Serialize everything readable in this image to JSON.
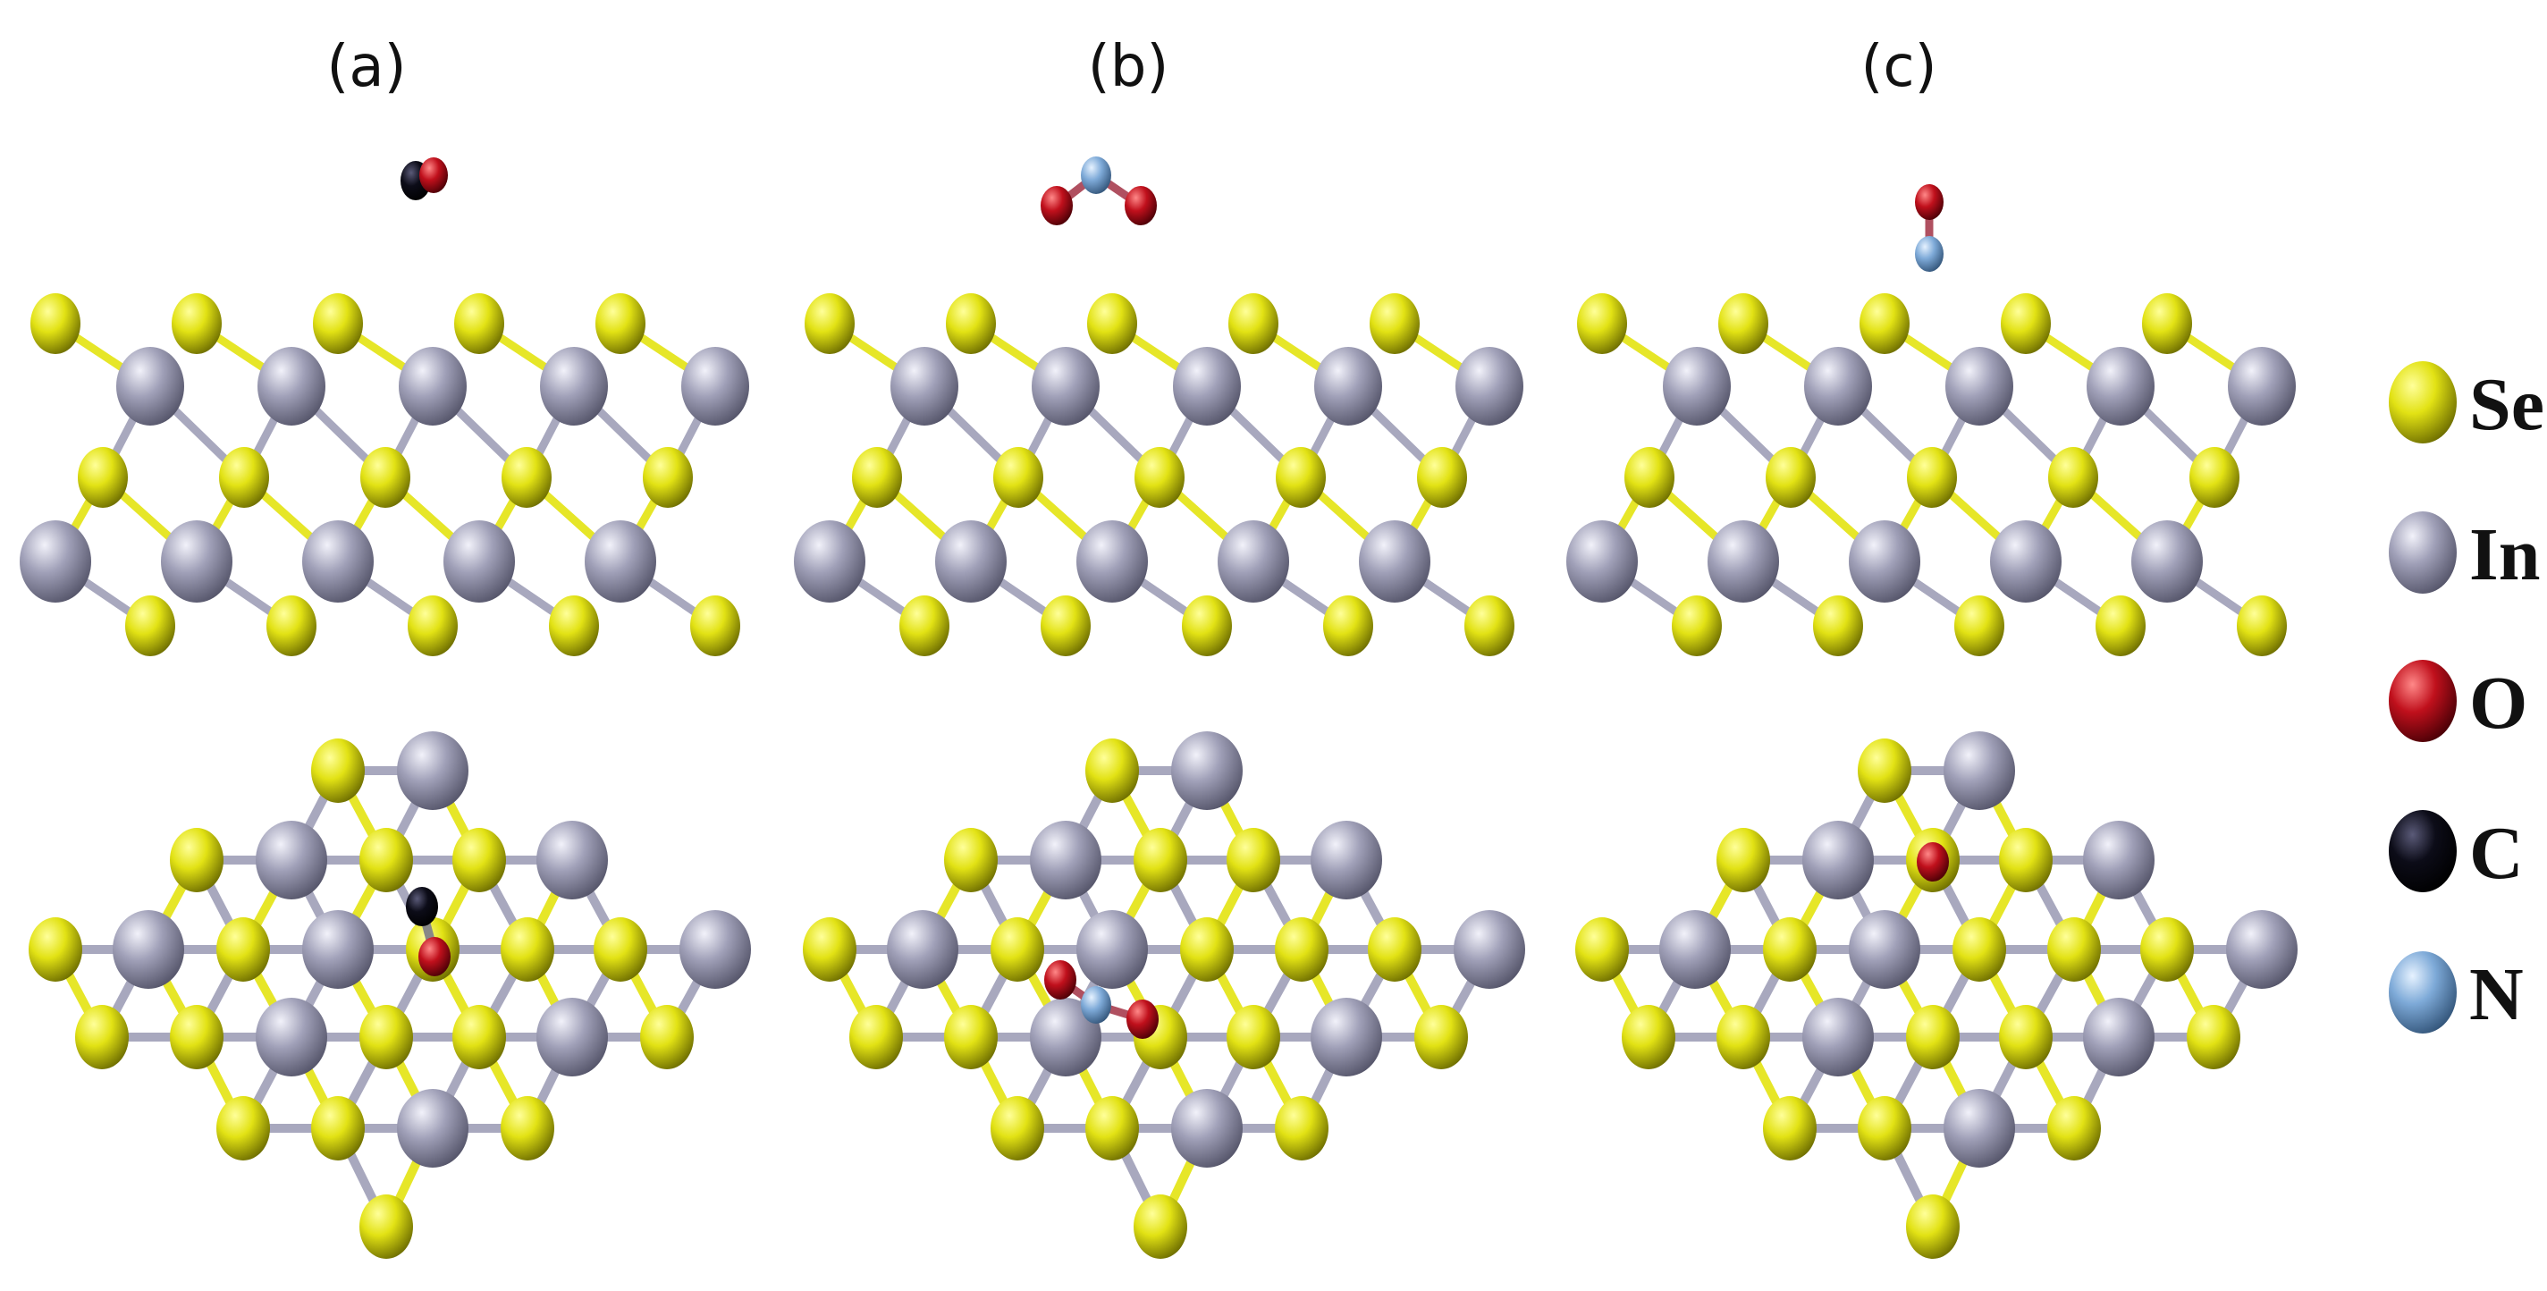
{
  "panels": [
    {
      "label": "(a)",
      "molecule": "CO"
    },
    {
      "label": "(b)",
      "molecule": "NO2"
    },
    {
      "label": "(c)",
      "molecule": "NO"
    }
  ],
  "legend": [
    {
      "element": "Se",
      "color": "#dede10"
    },
    {
      "element": "In",
      "color": "#9c9cb4"
    },
    {
      "element": "O",
      "color": "#c0101c"
    },
    {
      "element": "C",
      "color": "#0c0c18"
    },
    {
      "element": "N",
      "color": "#7eaad8"
    }
  ],
  "colors": {
    "Se": "#dede10",
    "In": "#9c9cb4",
    "O": "#c0101c",
    "C": "#0c0c18",
    "N": "#7eaad8",
    "bond_in": "#a8a8be",
    "bond_se": "#e6e628"
  }
}
